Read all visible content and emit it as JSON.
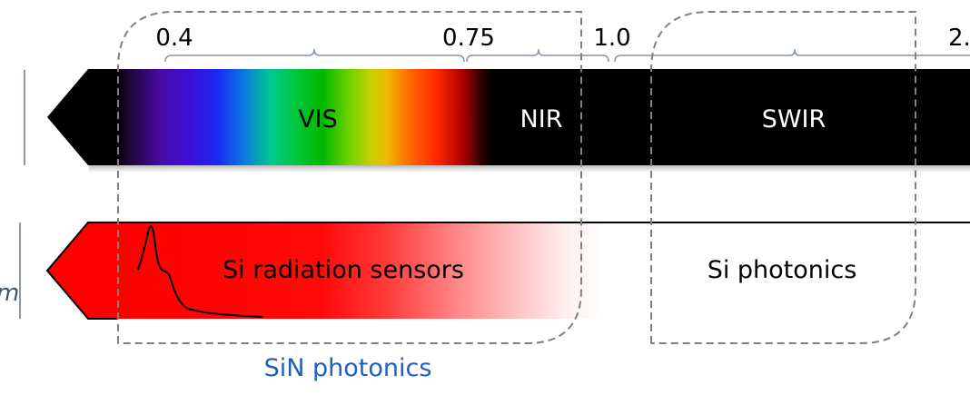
{
  "diagram": {
    "title": "Wavelength spectrum and silicon technology ranges",
    "axis": {
      "unit_hint": "µm",
      "ticks": [
        {
          "label": "0.4"
        },
        {
          "label": "0.75"
        },
        {
          "label": "1.0"
        },
        {
          "label": "2."
        }
      ]
    },
    "bands": [
      {
        "id": "vis",
        "label": "VIS",
        "text_color": "#000000"
      },
      {
        "id": "nir",
        "label": "NIR",
        "text_color": "#ffffff"
      },
      {
        "id": "swir",
        "label": "SWIR",
        "text_color": "#ffffff"
      }
    ],
    "technology_bar": {
      "labels": [
        {
          "id": "si-radiation-sensors",
          "label": "Si radiation sensors"
        },
        {
          "id": "si-photonics",
          "label": "Si photonics"
        }
      ],
      "fill_color": "#ff0000"
    },
    "regions": [
      {
        "id": "sin-photonics",
        "label": "SiN photonics",
        "color": "#1a5fb4"
      },
      {
        "id": "si-photonics-box",
        "label": ""
      }
    ],
    "left_edge_text": "m",
    "colors": {
      "bracket": "#8a96a3",
      "dash": "#808080",
      "divider": "#44546a",
      "sin_text": "#1f5fbf"
    }
  }
}
